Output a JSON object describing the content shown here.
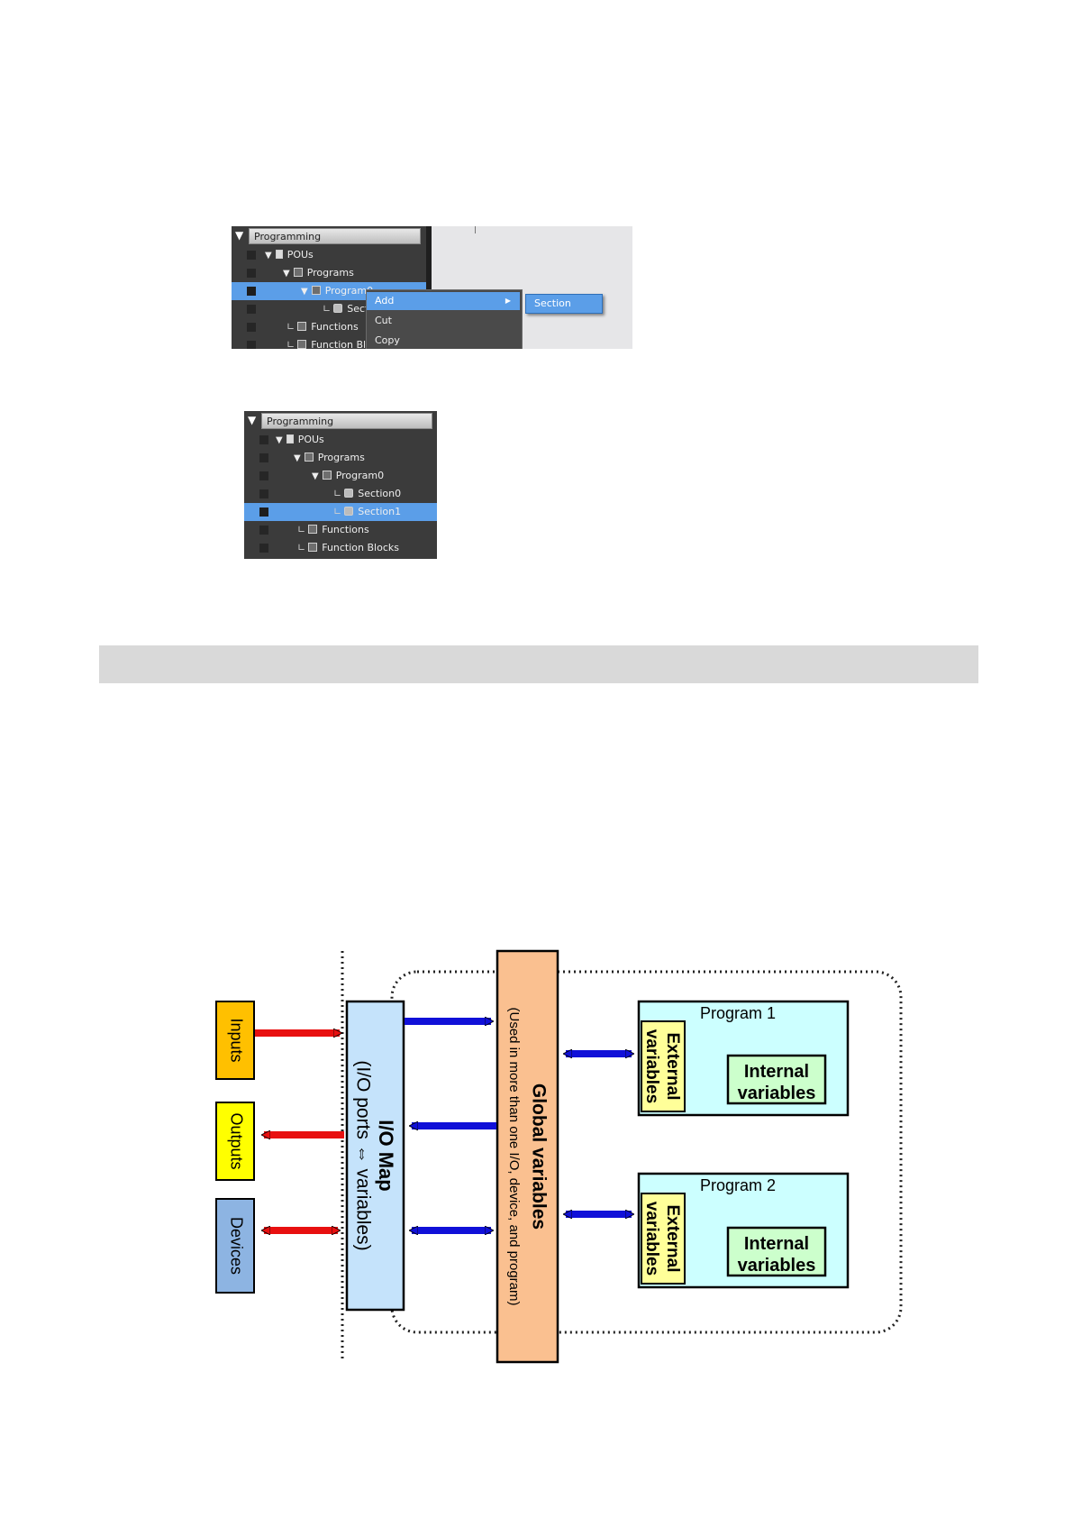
{
  "tree1": {
    "header": "Programming",
    "rows": [
      {
        "label": "POUs"
      },
      {
        "label": "Programs"
      },
      {
        "label": "Program0"
      },
      {
        "label": "Section0"
      },
      {
        "label": "Functions"
      },
      {
        "label": "Function Blocks"
      }
    ],
    "context_menu": {
      "items": [
        {
          "label": "Add"
        },
        {
          "label": "Cut"
        },
        {
          "label": "Copy"
        }
      ],
      "submenu_item": "Section"
    }
  },
  "tree2": {
    "header": "Programming",
    "rows": [
      {
        "label": "POUs"
      },
      {
        "label": "Programs"
      },
      {
        "label": "Program0"
      },
      {
        "label": "Section0"
      },
      {
        "label": "Section1"
      },
      {
        "label": "Functions"
      },
      {
        "label": "Function Blocks"
      }
    ]
  },
  "diagram": {
    "inputs": "Inputs",
    "outputs": "Outputs",
    "devices": "Devices",
    "io_map_title": "I/O Map",
    "io_map_sub": "(I/O ports ⇔ variables)",
    "global_title": "Global variables",
    "global_sub": "(Used in more than one I/O, device, and program)",
    "program1": "Program 1",
    "program2": "Program 2",
    "external_1": "External",
    "external_2": "variables",
    "internal_1": "Internal",
    "internal_2": "variables",
    "colors": {
      "inputs": "#ffc000",
      "outputs": "#ffff00",
      "devices": "#8db4e2",
      "io_map": "#c5e3fb",
      "global": "#fac090",
      "program": "#ccffff",
      "external": "#ffff99",
      "internal": "#ccffcc",
      "red_arrow": "#e81010",
      "blue_arrow": "#1010d8"
    }
  }
}
